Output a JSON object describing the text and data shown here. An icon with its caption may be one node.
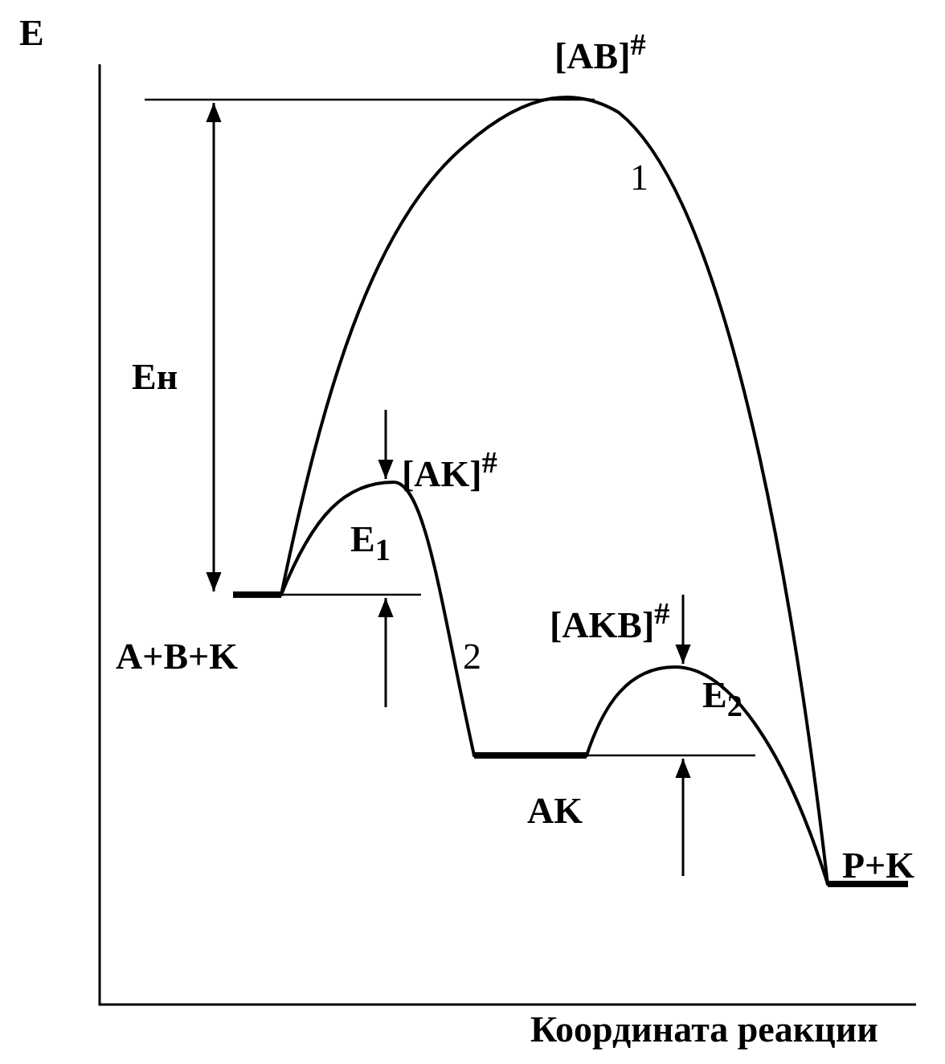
{
  "diagram": {
    "labels": [
      "E",
      "[AB]$^{#}$",
      "1",
      "Eн",
      "[AK]$^{#}$",
      "E$_{1}$",
      "A+B+K",
      "2",
      "[AKB]$^{#}$",
      "E$_{2}$",
      "AK",
      "P+K",
      "Координата реакции"
    ]
  }
}
